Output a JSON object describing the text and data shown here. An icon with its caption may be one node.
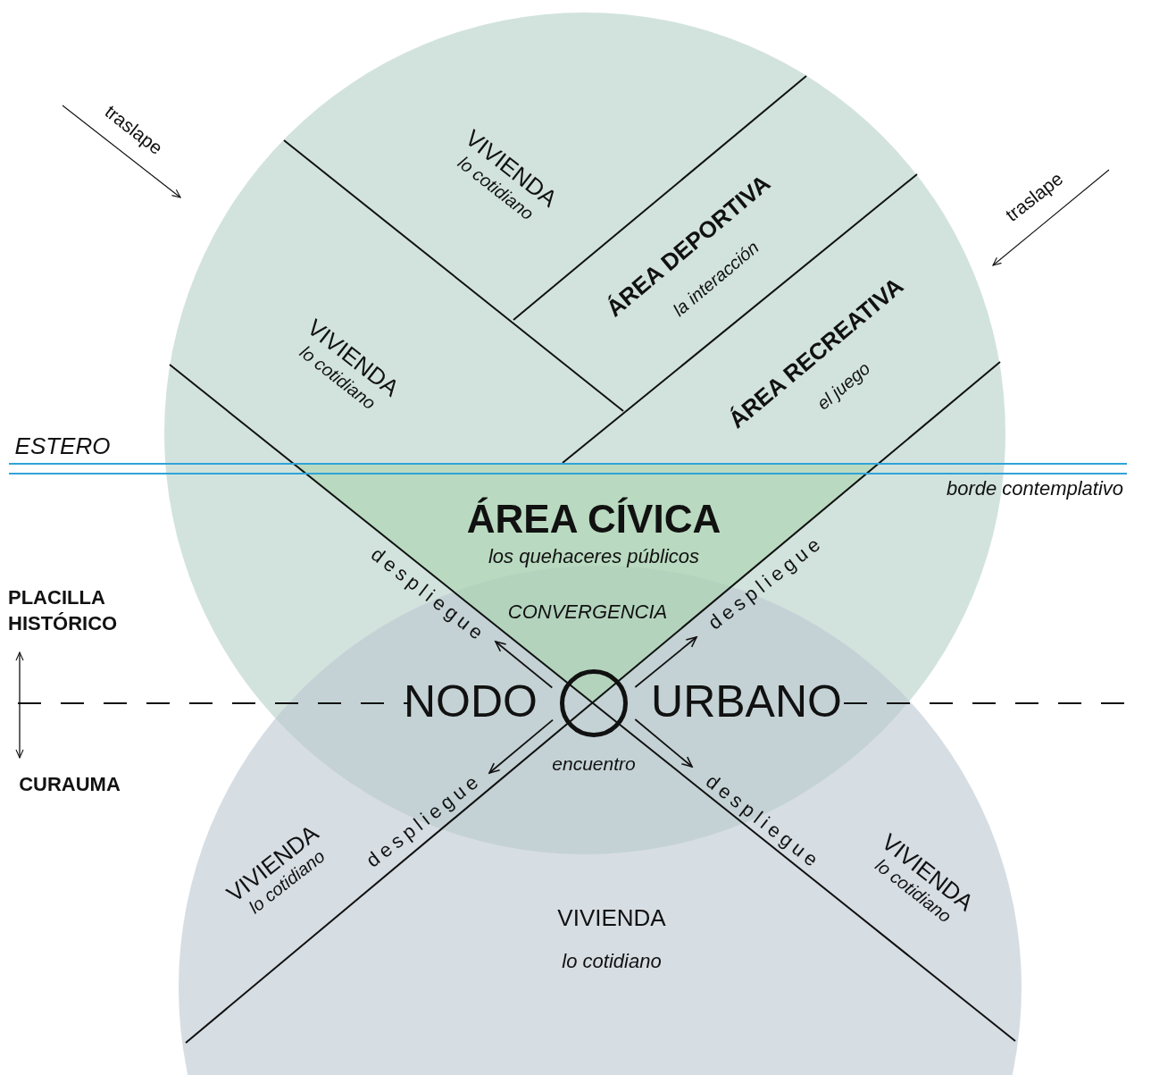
{
  "diagram": {
    "nodes": [
      {
        "text": [
          "VIVIENDA",
          "lo cotidiano"
        ]
      },
      {
        "text": [
          "VIVIENDA",
          "lo cotidiano"
        ]
      },
      {
        "text": [
          "ÁREA DEPORTIVA",
          "la interacción"
        ]
      },
      {
        "text": [
          "ÁREA RECREATIVA",
          "el juego"
        ]
      },
      {
        "text": [
          "ÁREA CÍVICA",
          "los quehaceres públicos"
        ]
      },
      {
        "text": [],
        "shape": "circle"
      },
      {
        "text": [
          "VIVIENDA",
          "lo cotidiano"
        ]
      },
      {
        "text": [
          "VIVIENDA",
          "lo cotidiano"
        ]
      },
      {
        "text": [
          "VIVIENDA",
          "lo cotidiano"
        ]
      }
    ],
    "edges": [
      {
        "from": 5,
        "to": null,
        "arrow": "to",
        "label": "despliegue"
      },
      {
        "from": 5,
        "to": null,
        "arrow": "to",
        "label": "despliegue"
      },
      {
        "from": 5,
        "to": null,
        "arrow": "to",
        "label": "despliegue"
      },
      {
        "from": 5,
        "to": null,
        "arrow": "to",
        "label": "despliegue"
      }
    ],
    "labels": [
      "traslape",
      "traslape",
      "ESTERO",
      "borde contemplativo",
      "PLACILLA HISTÓRICO",
      "CONVERGENCIA",
      "NODO",
      "URBANO",
      "encuentro",
      "CURAUMA"
    ]
  }
}
